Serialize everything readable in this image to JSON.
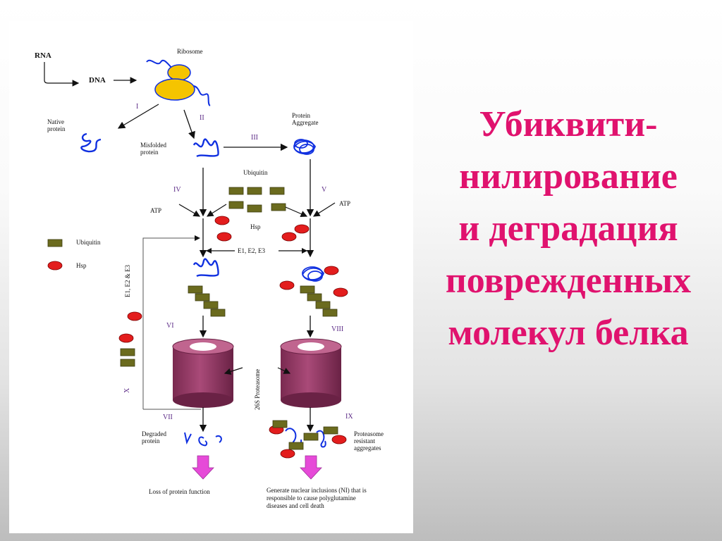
{
  "slide_title": {
    "lines": [
      "Убиквити-",
      "нилирование",
      "и деградация",
      "поврежденных",
      "молекул белка"
    ]
  },
  "diagram": {
    "rna": "RNA",
    "dna": "DNA",
    "ribosome": "Ribosome",
    "native_protein": [
      "Native",
      "protein"
    ],
    "misfolded_protein": [
      "Misfolded",
      "protein"
    ],
    "protein_aggregate": [
      "Protein",
      "Aggregate"
    ],
    "ubiquitin": "Ubiquitin",
    "hsp": "Hsp",
    "atp_left": "ATP",
    "atp_right": "ATP",
    "e_enzymes": "E1, E2, E3",
    "e_enzymes_vertical": "E1, E2 & E3",
    "legend_ubiquitin": "Ubiquitin",
    "legend_hsp": "Hsp",
    "proteasome": "26S Proteasome",
    "degraded_protein": [
      "Degraded",
      "protein"
    ],
    "resistant_aggregates": [
      "Proteasome",
      "resistant",
      "aggregates"
    ],
    "loss_of_function": "Loss of protein function",
    "nuclear_inclusions": [
      "Generate nuclear inclusions (NI) that is",
      "responsible to cause polyglutamine",
      "diseases and cell death"
    ],
    "steps": {
      "I": "I",
      "II": "II",
      "III": "III",
      "IV": "IV",
      "V": "V",
      "VI": "VI",
      "VII": "VII",
      "VIII": "VIII",
      "IX": "IX",
      "X": "X"
    }
  },
  "colors": {
    "title": "#e0126e",
    "ubiquitin": "#6b6b1e",
    "hsp": "#e31d1d",
    "proteasome": "#a0446e",
    "ribosome": "#f5c400",
    "protein": "#1030e0",
    "arrow_magenta": "#e64ad8"
  }
}
